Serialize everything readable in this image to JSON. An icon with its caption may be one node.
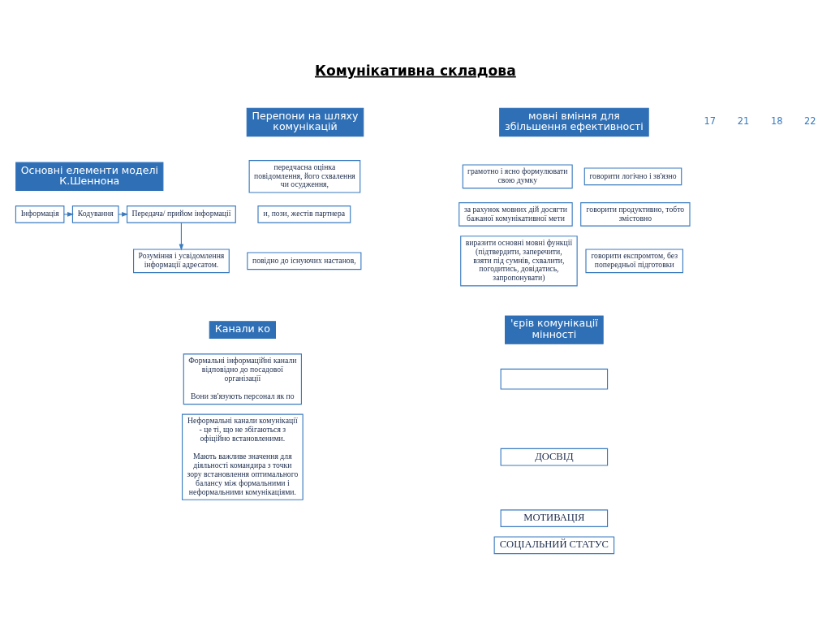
{
  "diagram": {
    "title": "Комунікативна складова",
    "nodes": [
      {
        "text": [
          "Основні елементи моделі К.Шеннона"
        ]
      },
      {
        "text": [
          "Інформація"
        ]
      },
      {
        "text": [
          "Кодування"
        ]
      },
      {
        "text": [
          "Передача/ прийом інформації"
        ]
      },
      {
        "text": [
          "Розуміння і усвідомлення інформації адресатом."
        ]
      },
      {
        "text": [
          "Перепони на шляху комунікацій"
        ]
      },
      {
        "text": [
          "передчасна оцінка повідомлення, його схвалення чи осудження,"
        ]
      },
      {
        "text": [
          "и, пози, жестів партнера"
        ]
      },
      {
        "text": [
          "повідно до існуючих настанов,"
        ]
      },
      {
        "text": [
          "мовні вміння для збільшення ефективності"
        ]
      },
      {
        "text": [
          "грамотно і ясно формулювати свою думку"
        ]
      },
      {
        "text": [
          "за рахунок мовних дій досягти бажаної комунікативної мети"
        ]
      },
      {
        "text": [
          "виразити основні мовні функції (підтвердити, заперечити, взяти під сумнів, схвалити, погодитись, довідатись, запропонувати)"
        ]
      },
      {
        "text": [
          "говорити логічно і зв'язно"
        ]
      },
      {
        "text": [
          "говорити продуктивно, тобто змістовно"
        ]
      },
      {
        "text": [
          "говорити експромтом, без попередньої підготовки"
        ]
      },
      {
        "text": [
          "Канали ко"
        ]
      },
      {
        "text": [
          "Формальні інформаційні канали відповідно до посадової організації",
          "Вони зв'язують персонал як по"
        ]
      },
      {
        "text": [
          "Неформальні канали комунікації - це ті, що не збігаються з офіційно встановленими.",
          "Мають важливе значення для діяльності командира з точки зору встановлення оптимального балансу між формальними і неформальними комунікаціями."
        ]
      },
      {
        "text": [
          "'єрів комунікації мінності"
        ]
      },
      {
        "text": [],
        "shape": "box"
      },
      {
        "text": [
          "ДОСВІД"
        ]
      },
      {
        "text": [
          "МОТИВАЦІЯ"
        ]
      },
      {
        "text": [
          "СОЦІАЛЬНИЙ СТАТУС"
        ]
      }
    ],
    "edges": [
      {
        "from": 1,
        "to": 2,
        "arrow": "to"
      },
      {
        "from": 2,
        "to": 3,
        "arrow": "to"
      },
      {
        "from": 3,
        "to": 4,
        "arrow": "to"
      }
    ],
    "labels": [
      "17",
      "21",
      "18",
      "22"
    ]
  }
}
